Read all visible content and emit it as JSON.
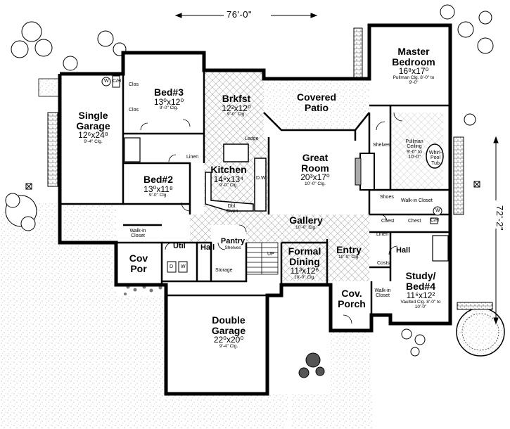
{
  "overall": {
    "width": "76'-0\"",
    "depth": "72'-2\""
  },
  "rooms": {
    "master_bedroom": {
      "name": "Master Bedroom",
      "size": "16⁸x17⁰",
      "note": "Pullman Clg. 8'-0\" to 9'-0\""
    },
    "bed3": {
      "name": "Bed#3",
      "size": "13⁰x12⁰",
      "note": "9'-0\" Clg."
    },
    "brkfst": {
      "name": "Brkfst",
      "size": "12²x12⁰",
      "note": "9'-0\" Clg."
    },
    "covered_patio": {
      "name": "Covered Patio"
    },
    "single_garage": {
      "name": "Single Garage",
      "size": "12⁶x24⁸",
      "note": "9'-4\" Clg."
    },
    "great_room": {
      "name": "Great Room",
      "size": "20³x17⁰",
      "note": "10'-0\" Clg."
    },
    "kitchen": {
      "name": "Kitchen",
      "size": "14⁶x13⁴",
      "note": "9'-0\" Clg."
    },
    "bed2": {
      "name": "Bed#2",
      "size": "13⁰x11⁸",
      "note": "9'-0\" Clg."
    },
    "gallery": {
      "name": "Gallery",
      "note": "10'-0\" Clg."
    },
    "formal_dining": {
      "name": "Formal Dining",
      "size": "11³x12⁶",
      "note": "10'-0\" Clg."
    },
    "entry": {
      "name": "Entry",
      "note": "10'-0\" Clg."
    },
    "study_bed4": {
      "name": "Study/ Bed#4",
      "size": "11⁶x12²",
      "note": "Vaulted Clg. 8'-0\" to 10'-0\""
    },
    "double_garage": {
      "name": "Double Garage",
      "size": "22⁰x20⁰",
      "note": "9'-4\" Clg."
    },
    "cov_por": {
      "name": "Cov Por"
    },
    "cov_porch": {
      "name": "Cov. Porch"
    },
    "util": {
      "name": "Util"
    },
    "hall1": {
      "name": "Hall"
    },
    "hall2": {
      "name": "Hall"
    },
    "pantry": {
      "name": "Pantry",
      "note": "Shelves"
    }
  },
  "small_labels": {
    "clos1": "Clos",
    "clos2": "Clos",
    "linen1": "Linen",
    "linen2": "Linen",
    "walkin1": "Walk-in Closet",
    "walkin2": "Walk-in Closet",
    "walkin3": "Walk-in Closet",
    "storage": "Storage",
    "shelves": "Shelves",
    "shoes": "Shoes",
    "chest1": "Chest",
    "chest2": "Chest",
    "costs": "Costs",
    "whirlpool": "Whirl-Pool Tub",
    "pullman": "Pullman Ceiling 9'-0\" to 10'-0\"",
    "ledge": "Ledge",
    "dw": "D.W.",
    "dbl_oven": "Dbl. Oven",
    "w1": "W",
    "ch1": "C/H",
    "w2": "W",
    "ch2": "C/H",
    "d": "D",
    "w3": "W",
    "up": "UP"
  }
}
